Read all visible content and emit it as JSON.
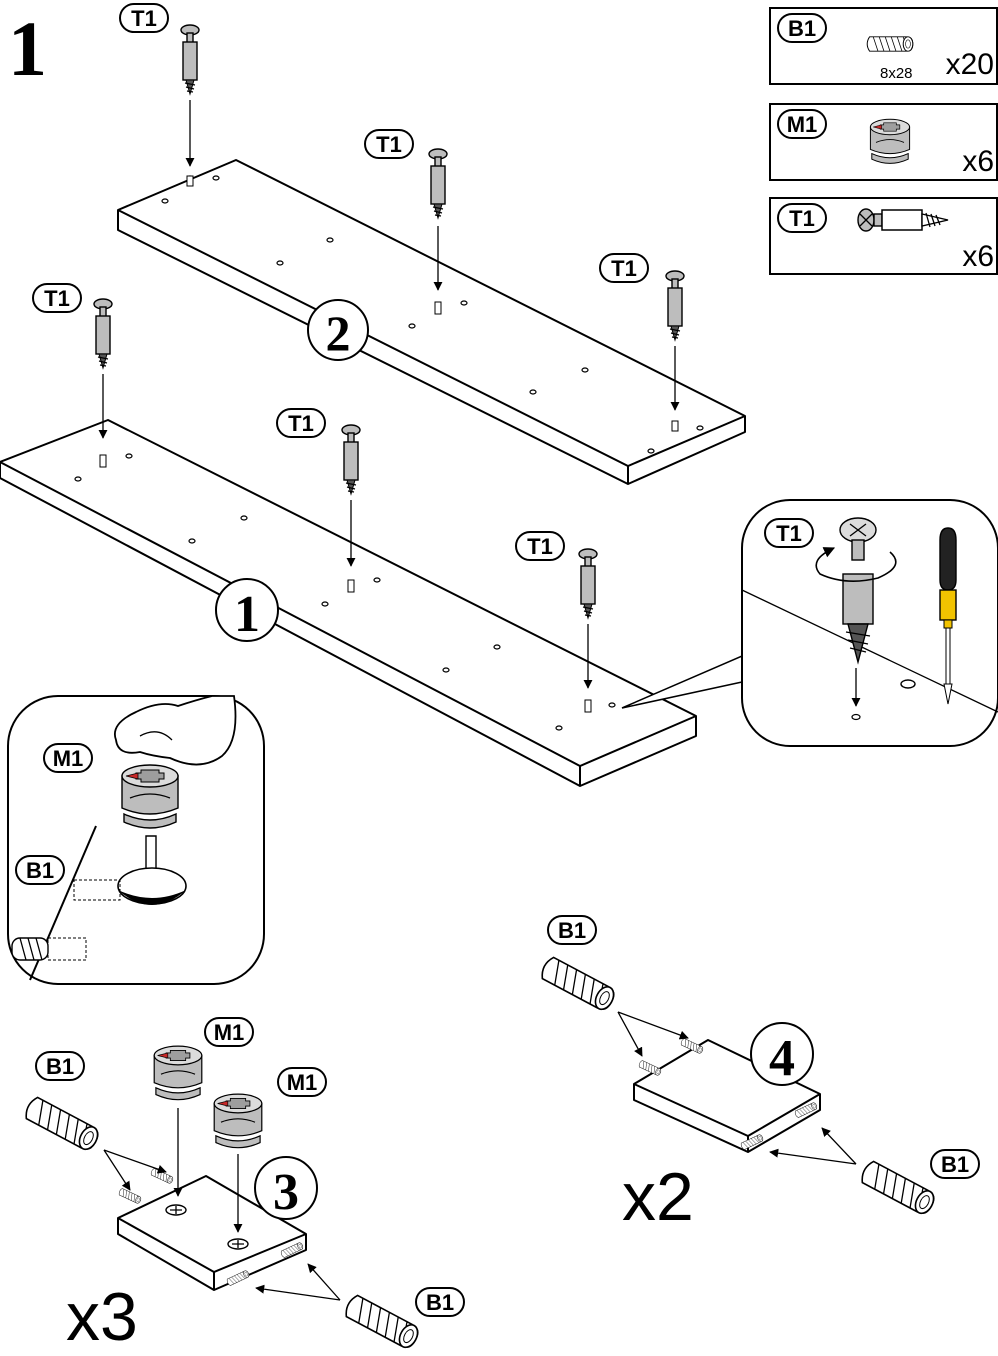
{
  "step_number": "1",
  "parts": {
    "b1": {
      "code": "B1",
      "size": "8x28",
      "qty": "x20"
    },
    "m1": {
      "code": "M1",
      "qty": "x6"
    },
    "t1": {
      "code": "T1",
      "qty": "x6"
    }
  },
  "labels": {
    "t1": "T1",
    "m1": "M1",
    "b1": "B1"
  },
  "panels": {
    "p1": "1",
    "p2": "2",
    "p3": "3",
    "p4": "4"
  },
  "multipliers": {
    "panel3": "x3",
    "panel4": "x2"
  },
  "colors": {
    "line": "#000000",
    "metal": "#bdbdbd",
    "marker_red": "#c62828",
    "screwdriver_handle": "#f2c300"
  },
  "icons": [
    "hand-icon",
    "screwdriver-icon",
    "rotate-arrow-icon",
    "cam-lock-icon",
    "dowel-icon",
    "screw-icon"
  ]
}
